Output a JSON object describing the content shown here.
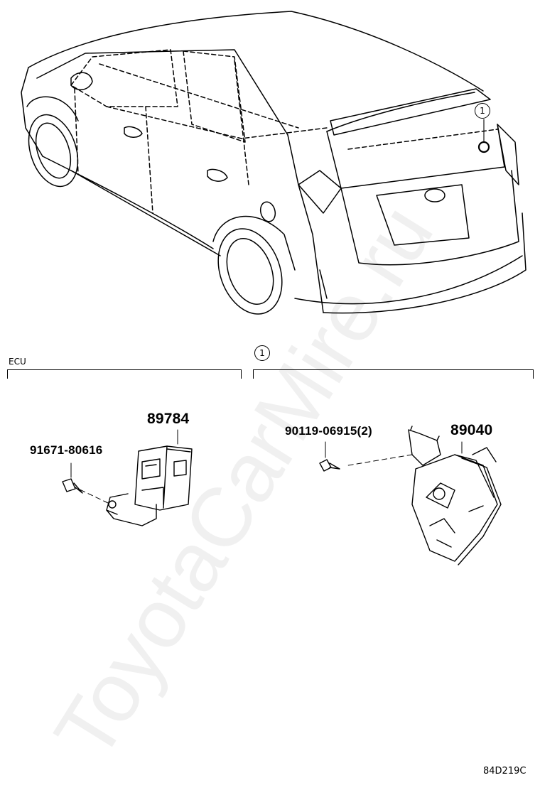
{
  "watermark": "ToyotaCarMire.ru",
  "car_callout": "1",
  "left_group": {
    "header": "ECU",
    "part_main": "89784",
    "part_bolt": "91671-80616"
  },
  "right_group": {
    "header_callout": "1",
    "part_main": "89040",
    "part_bolt": "90119-06915(2)"
  },
  "figure_code": "84D219C"
}
